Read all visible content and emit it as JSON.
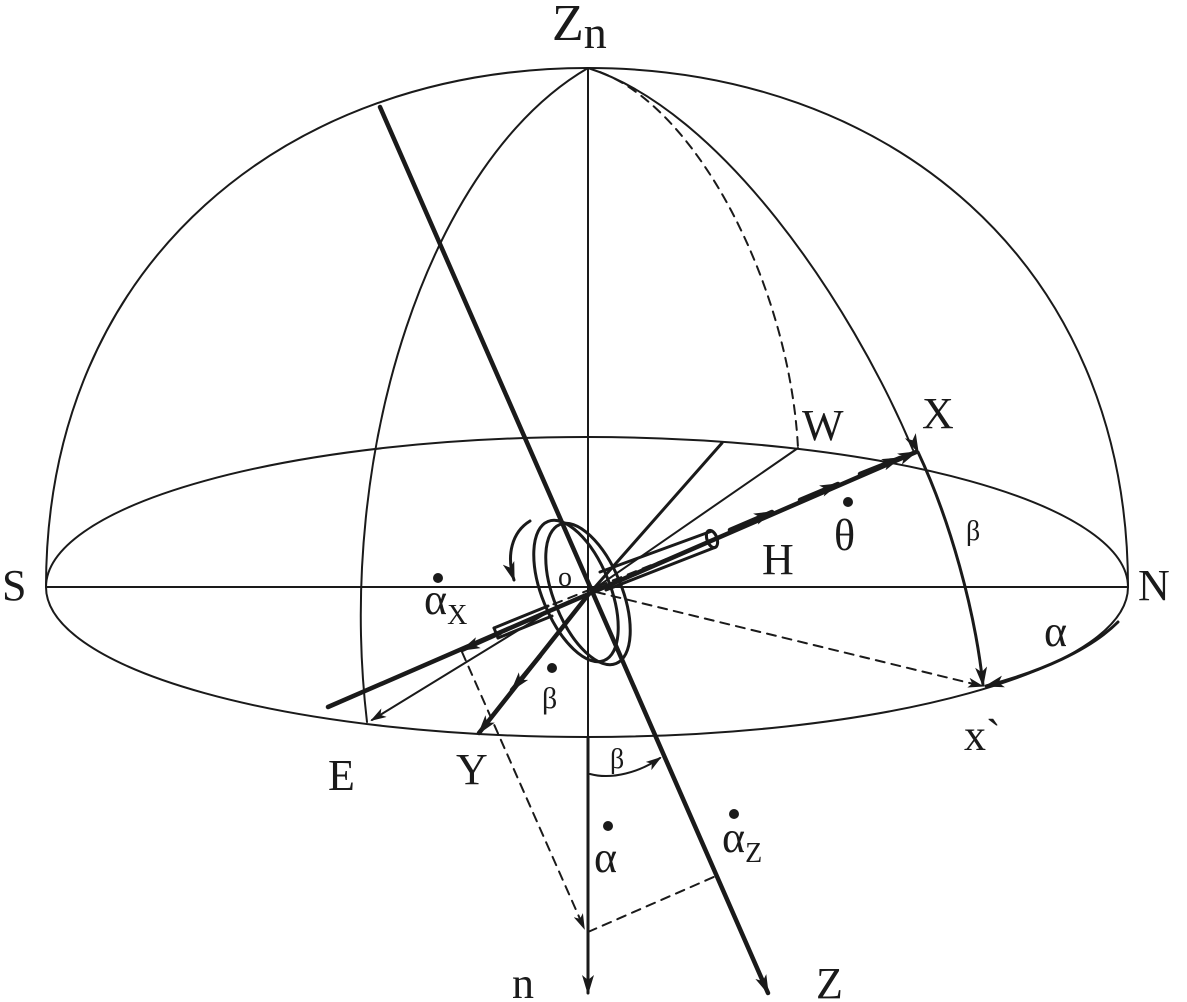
{
  "labels": {
    "zenith_main": "Z",
    "zenith_sub": "n",
    "south": "S",
    "north": "N",
    "east": "E",
    "west": "W",
    "x_axis": "X",
    "x_prime": "x`",
    "y_axis": "Y",
    "h_vector": "H",
    "z_axis": "Z",
    "nadir_n": "n",
    "origin": "o",
    "alpha_x_main": "α",
    "alpha_x_sub": "X",
    "alpha_z_main": "α",
    "alpha_z_sub": "Z",
    "alpha_dot": "α",
    "alpha_angle": "α",
    "beta_dot": "β",
    "beta_angle_right": "β",
    "beta_angle_bottom": "β",
    "theta_dot": "θ"
  },
  "colors": {
    "ink": "#1a1a1a",
    "background": "#ffffff"
  }
}
